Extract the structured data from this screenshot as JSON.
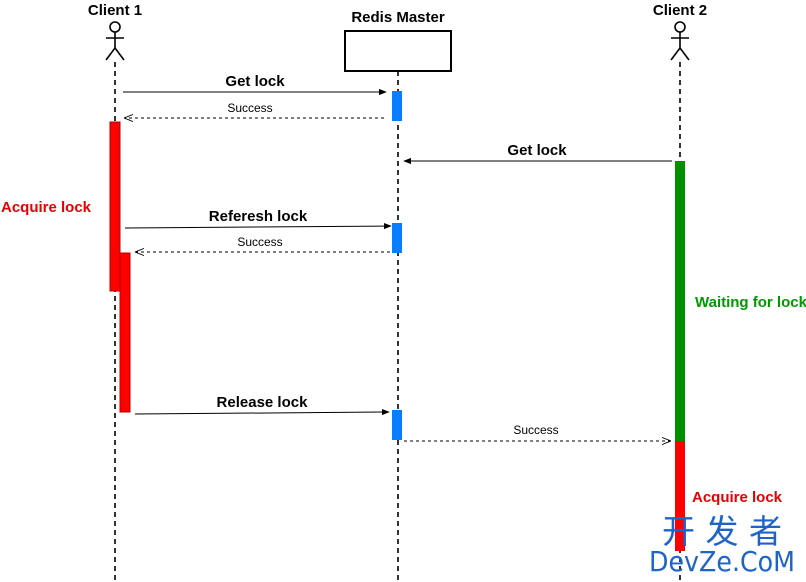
{
  "participants": {
    "client1": "Client 1",
    "master": "Redis Master",
    "client2": "Client 2"
  },
  "messages": {
    "get_lock_1": "Get lock",
    "success_1": "Success",
    "get_lock_2": "Get lock",
    "refresh_lock": "Referesh lock",
    "success_2": "Success",
    "release_lock": "Release lock",
    "success_3": "Success"
  },
  "notes": {
    "acquire_lock_1": "Acquire lock",
    "waiting_for_lock": "Waiting for lock",
    "acquire_lock_2": "Acquire lock"
  },
  "watermark": {
    "line1": "开 发 者",
    "line2": "DevZe.CoM"
  },
  "colors": {
    "lock_held": "#ff0000",
    "waiting": "#008f00",
    "master_activation": "#0a7cff",
    "acquire_text": "#e60000",
    "waiting_text": "#009900",
    "watermark": "#1e64c8"
  }
}
